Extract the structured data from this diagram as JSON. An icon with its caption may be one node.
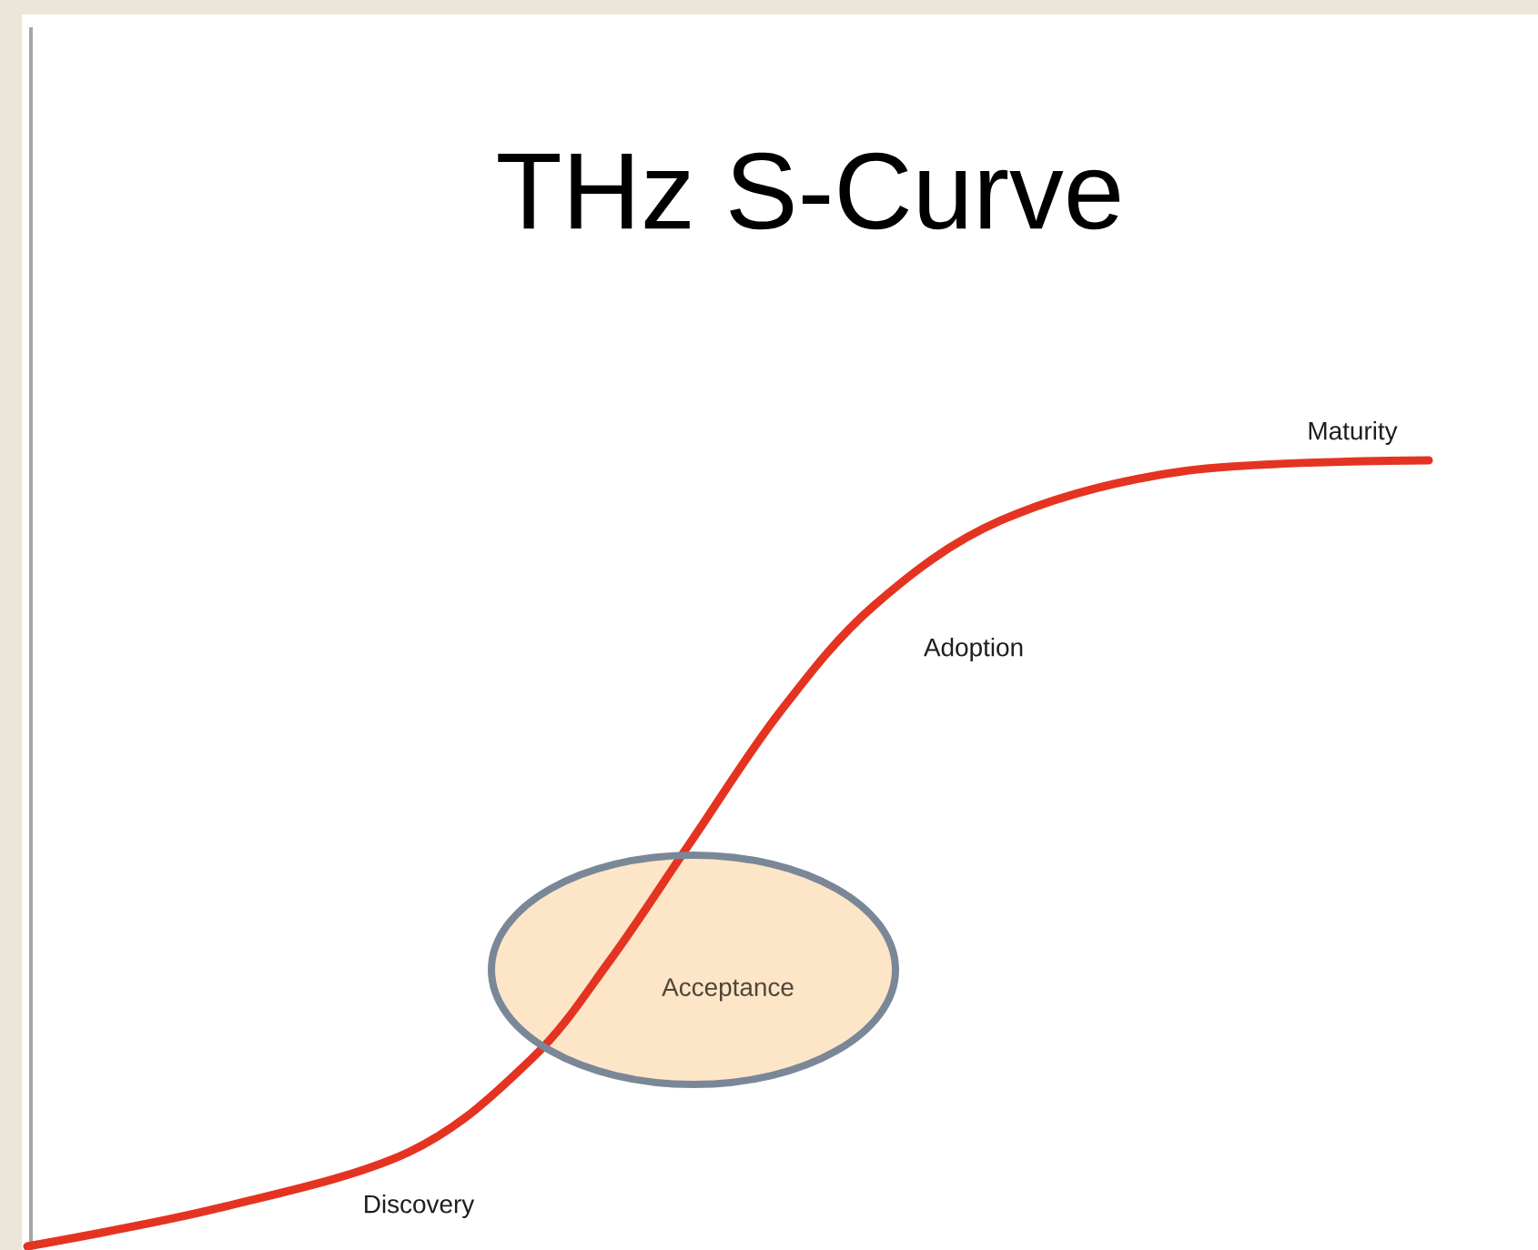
{
  "diagram": {
    "title": "THz S-Curve",
    "nodes": [
      {
        "text": [
          "Acceptance"
        ]
      }
    ],
    "labels": [
      "Maturity",
      "Adoption",
      "Discovery"
    ]
  }
}
